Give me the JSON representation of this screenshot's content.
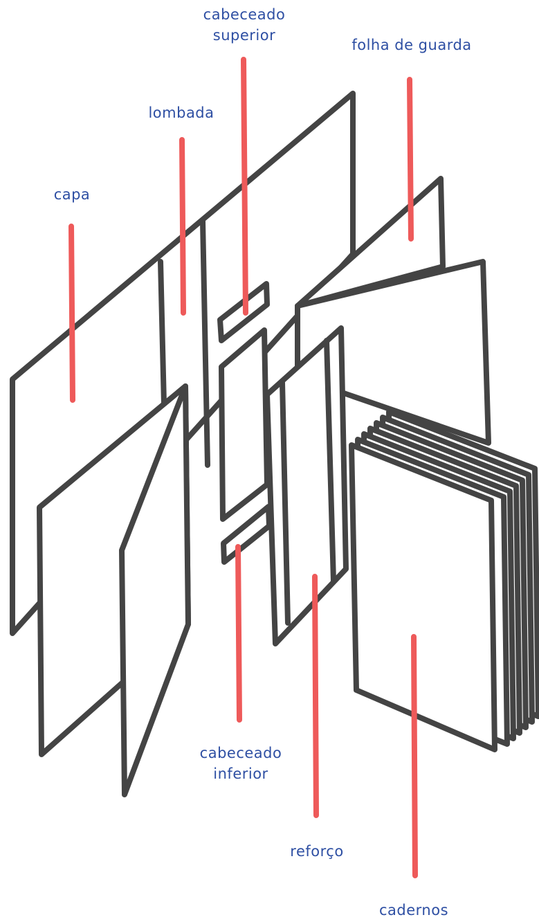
{
  "labels": {
    "cabeceado_superior": [
      "cabeceado",
      "superior"
    ],
    "folha_de_guarda": "folha de guarda",
    "lombada": "lombada",
    "capa": "capa",
    "cabeceado_inferior": [
      "cabeceado",
      "inferior"
    ],
    "reforco": "reforço",
    "cadernos": "cadernos"
  },
  "colors": {
    "label_text": "#2e4fa3",
    "leader_line": "#ee5a5a",
    "outline": "#444444",
    "fill": "#ffffff"
  }
}
